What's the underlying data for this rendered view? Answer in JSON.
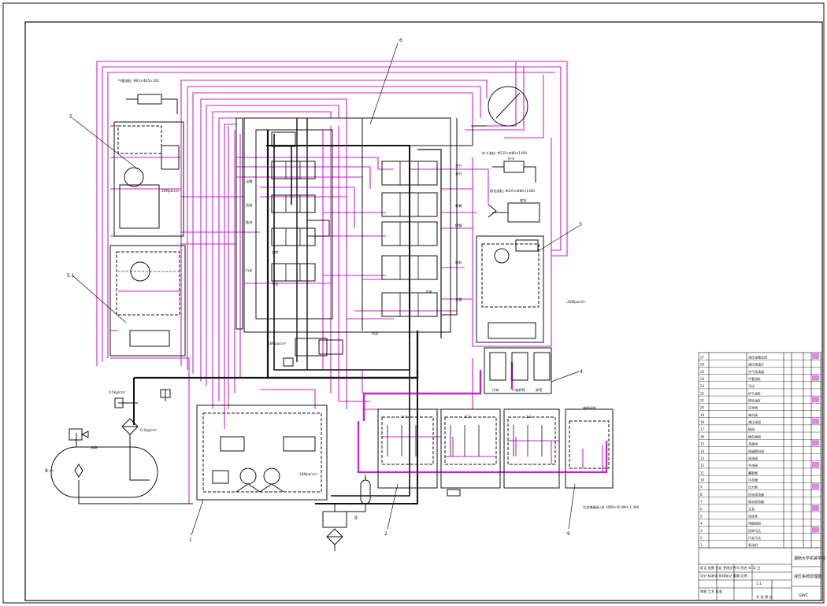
{
  "drawing": {
    "colors": {
      "line": "#111111",
      "pilot": "#cc22cc",
      "paper": "#ffffff"
    },
    "callouts": [
      "6",
      "5",
      "5.1",
      "3",
      "8",
      "7",
      "9",
      "4",
      "1",
      "2",
      "9"
    ],
    "labels": {
      "top_left_note": "牛腿油缸: Φ63×Φ35×100",
      "right_cylinder_note": "护卡油缸: Φ125×Φ80×1400",
      "right_cylinder2_note": "推钻油缸: Φ125×Φ80×1300",
      "right_cylinder_tag": "护卡",
      "right_cylinder2_tag": "推钻",
      "center_tag_fan": "风扇",
      "center_tag_main": "主阀",
      "pressure_left": "20Mpa/cm²",
      "pressure_right": "20Mpa/cm²",
      "pressure_center": "16Mpa/cm²",
      "pressure_bottom": "16Mpa/cm²",
      "tank_label": "油箱",
      "tank_pressure": "0.5kg/cm²",
      "filter_pressure": "0.3kg/cm²",
      "bottom_valve_group": "电磁阀组",
      "bottom_box_1": "2.1",
      "bottom_box_2": "2.2",
      "bottom_box_3": "2.3",
      "bottom_note": "至各电磁阀 (ф 10Mm Ф 6Mm L:3M)",
      "mid_valves": [
        "动臂",
        "钻架",
        "推进",
        "回转",
        "冲击",
        "行走"
      ],
      "right_valves": [
        "左行",
        "右行",
        "转臂",
        "摆臂",
        "俯仰",
        "支腿"
      ],
      "small_group": [
        "冷却",
        "二级卸荷",
        "卸荷"
      ]
    },
    "title_block": {
      "school": "湖南大学机械学院",
      "drawing_name": "液压系统原理图",
      "drawing_code": "GWC",
      "sheet_info": "共 张 第 张",
      "header_row": "标记 处数 分区 更改文件号 签名 年 月 日",
      "design_row": "设计 标准化 阶段标记 重量 比例",
      "approve_row": "审核 工艺 批准",
      "scale_value": "1:1",
      "parts": [
        {
          "no": "27",
          "name": "液压油箱总成"
        },
        {
          "no": "26",
          "name": "液位液温计"
        },
        {
          "no": "25",
          "name": "空气滤清器"
        },
        {
          "no": "24",
          "name": "牛腿油缸"
        },
        {
          "no": "23",
          "name": "马达"
        },
        {
          "no": "22",
          "name": "护卡油缸"
        },
        {
          "no": "21",
          "name": "推钻油缸"
        },
        {
          "no": "20",
          "name": "先导阀"
        },
        {
          "no": "19",
          "name": "单向阀"
        },
        {
          "no": "18",
          "name": "减压阀组"
        },
        {
          "no": "17",
          "name": "梭阀"
        },
        {
          "no": "16",
          "name": "换向阀组"
        },
        {
          "no": "15",
          "name": "多路阀"
        },
        {
          "no": "14",
          "name": "电磁换向阀"
        },
        {
          "no": "13",
          "name": "溢流阀"
        },
        {
          "no": "12",
          "name": "节流阀"
        },
        {
          "no": "11",
          "name": "蓄能器"
        },
        {
          "no": "10",
          "name": "冷却器"
        },
        {
          "no": "9",
          "name": "压力表"
        },
        {
          "no": "8",
          "name": "回油滤油器"
        },
        {
          "no": "7",
          "name": "吸油滤油器"
        },
        {
          "no": "6",
          "name": "主泵"
        },
        {
          "no": "5",
          "name": "齿轮泵"
        },
        {
          "no": "4",
          "name": "电磁阀组"
        },
        {
          "no": "3",
          "name": "回转马达"
        },
        {
          "no": "2",
          "name": "行走马达"
        },
        {
          "no": "1",
          "name": "发动机"
        }
      ]
    }
  }
}
